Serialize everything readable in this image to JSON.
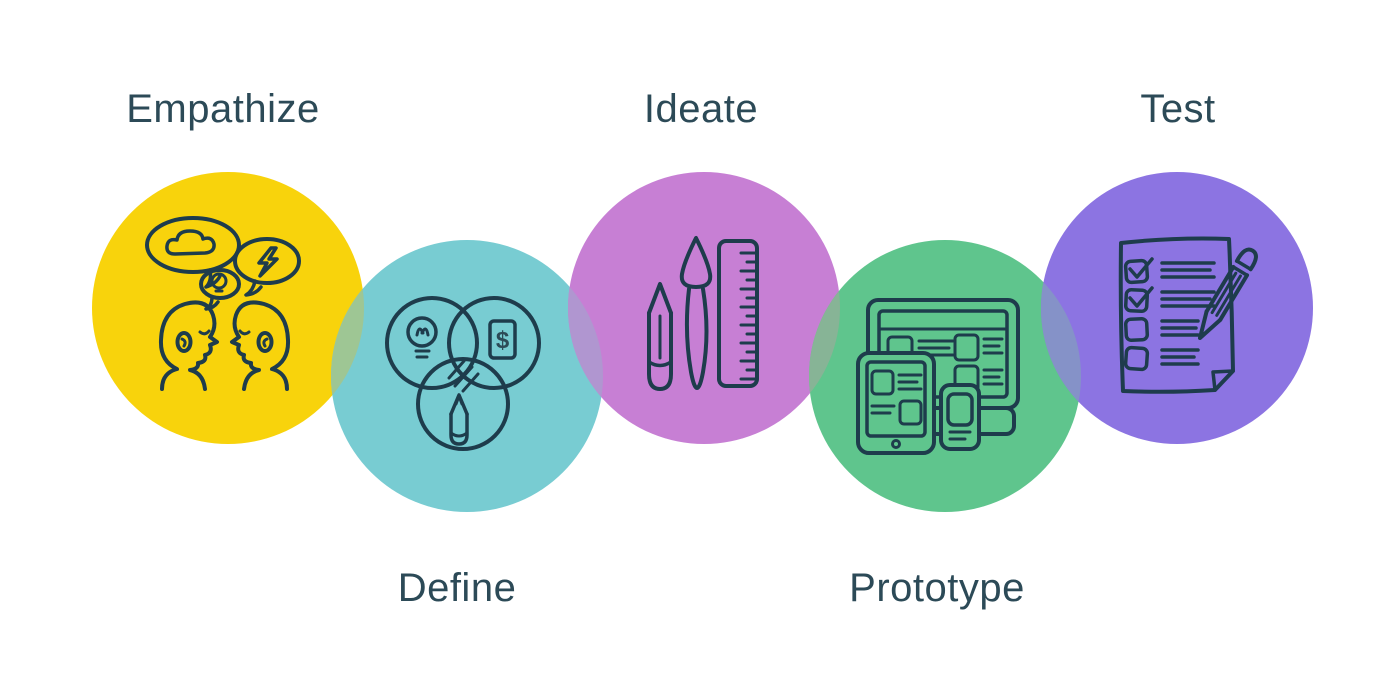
{
  "background_color": "#ffffff",
  "text_color": "#2C4A57",
  "stroke_color": "#1E3C4C",
  "stages": [
    {
      "id": "empathize",
      "label": "Empathize",
      "circle_color": "#F8D30C",
      "icon": "conversation-icon",
      "label_position": "top"
    },
    {
      "id": "define",
      "label": "Define",
      "circle_color": "#78CCD2",
      "icon": "venn-diagram-icon",
      "label_position": "bottom"
    },
    {
      "id": "ideate",
      "label": "Ideate",
      "circle_color": "#C77FD4",
      "icon": "drawing-tools-icon",
      "label_position": "top"
    },
    {
      "id": "prototype",
      "label": "Prototype",
      "circle_color": "#5FC58D",
      "icon": "devices-icon",
      "label_position": "bottom"
    },
    {
      "id": "test",
      "label": "Test",
      "circle_color": "#8C74E2",
      "icon": "checklist-icon",
      "label_position": "top"
    }
  ],
  "overlaps": [
    {
      "between": "empathize-define",
      "color": "#9EC694"
    },
    {
      "between": "define-ideate",
      "color": "#B096D0"
    },
    {
      "between": "ideate-prototype",
      "color": "#87B496"
    },
    {
      "between": "prototype-test",
      "color": "#8592C8"
    }
  ],
  "icon_text": {
    "dollar_sign": "$"
  }
}
